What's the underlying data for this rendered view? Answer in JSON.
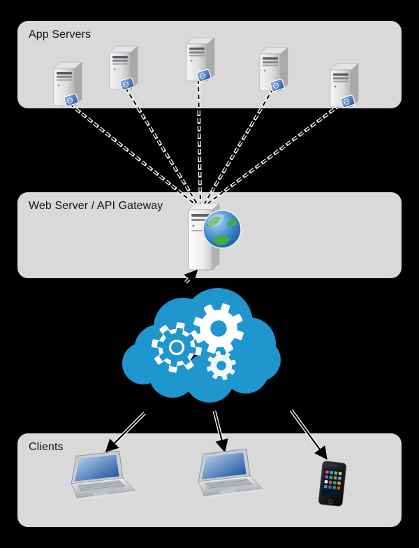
{
  "diagram": {
    "panels": {
      "app_servers": {
        "label": "App Servers"
      },
      "web_server": {
        "label": "Web Server / API Gateway"
      },
      "clients": {
        "label": "Clients"
      }
    },
    "colors": {
      "background": "#000000",
      "panel": "#d9d9d9",
      "cloud": "#2096cf",
      "label_text": "#141414",
      "connector": "#000000",
      "connector_casing": "#ffffff"
    },
    "icons": {
      "app_server": "server-tower-with-badge",
      "web_server": "server-tower-with-globe",
      "cloud": "cloud-with-gears",
      "client_laptop": "laptop",
      "client_phone": "smartphone"
    },
    "counts": {
      "app_servers": 5,
      "laptops": 2,
      "phones": 1
    }
  }
}
